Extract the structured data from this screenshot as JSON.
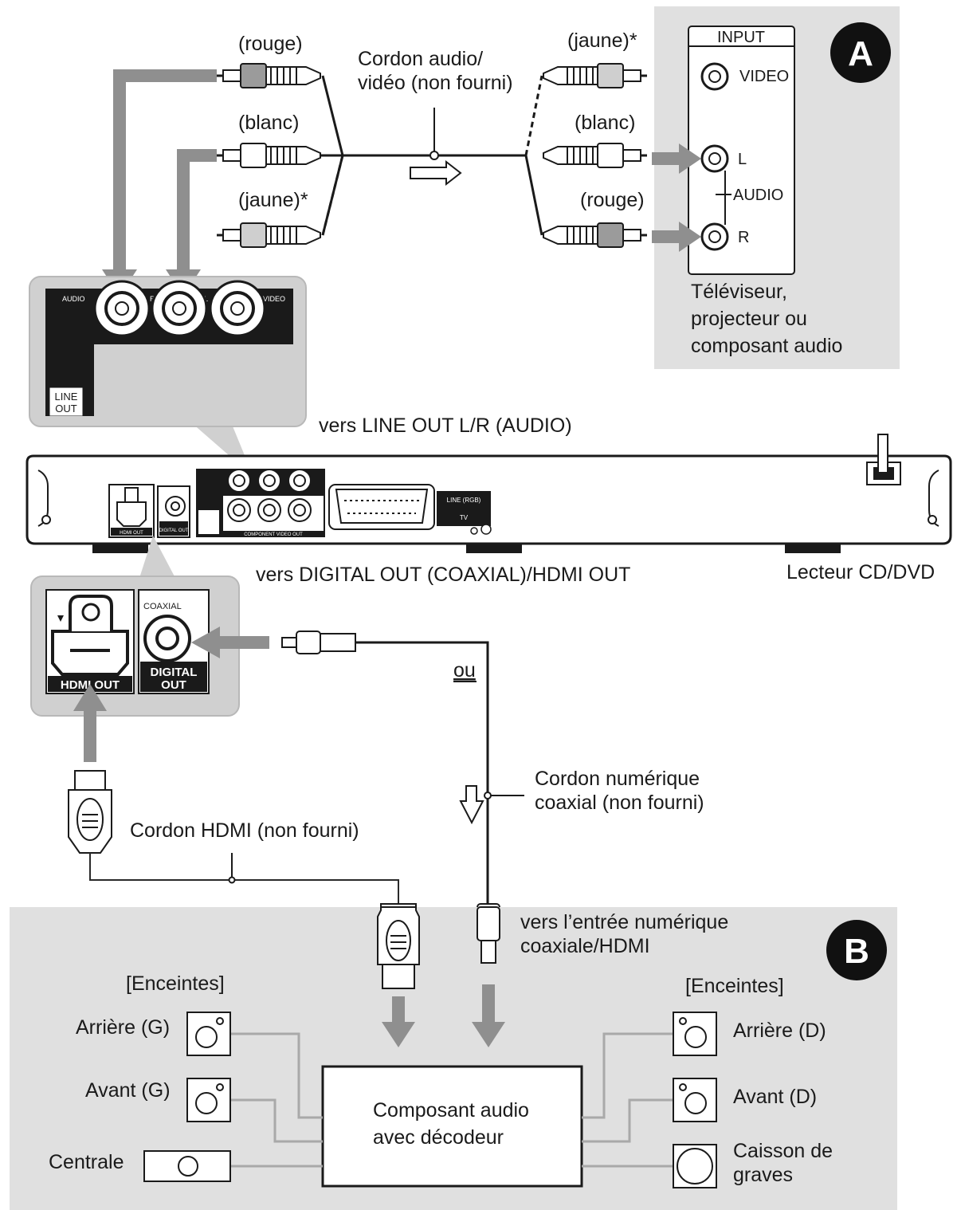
{
  "labels": {
    "rouge_left": "(rouge)",
    "blanc_left": "(blanc)",
    "jaune_left": "(jaune)*",
    "cordon_av": "Cordon audio/",
    "cordon_av_2": "vidéo (non fourni)",
    "jaune_right": "(jaune)*",
    "blanc_right": "(blanc)",
    "rouge_right": "(rouge)",
    "line_out_to": "vers LINE OUT L/R (AUDIO)",
    "digital_out_to": "vers DIGITAL OUT (COAXIAL)/HDMI OUT",
    "player": "Lecteur CD/DVD",
    "ou": "ou",
    "coax_cord": "Cordon numérique",
    "coax_cord_2": "coaxial (non fourni)",
    "hdmi_cord": "Cordon HDMI (non fourni)",
    "to_input": "vers l’entrée numérique",
    "to_input_2": "coaxiale/HDMI",
    "decoder": "Composant audio",
    "decoder_2": "avec décodeur"
  },
  "tv_panel": {
    "header": "INPUT",
    "video": "VIDEO",
    "l": "L",
    "audio": "AUDIO",
    "r": "R",
    "caption_1": "Téléviseur,",
    "caption_2": "projecteur ou",
    "caption_3": "composant audio"
  },
  "line_out_zoom": {
    "audio": "AUDIO",
    "r": "R",
    "l": "L",
    "video": "VIDEO",
    "line": "LINE",
    "out": "OUT"
  },
  "digital_zoom": {
    "hdmi_out": "HDMI OUT",
    "coaxial": "COAXIAL",
    "digital": "DIGITAL",
    "out": "OUT"
  },
  "player_panel": {
    "hdmi_out": "HDMI OUT",
    "digital_out": "DIGITAL OUT",
    "component": "COMPONENT VIDEO OUT",
    "line_rgb": "LINE (RGB)",
    "tv": "TV"
  },
  "badges": {
    "a": "A",
    "b": "B"
  },
  "speakers": {
    "header_left": "[Enceintes]",
    "header_right": "[Enceintes]",
    "rear_left": "Arrière (G)",
    "front_left": "Avant (G)",
    "center": "Centrale",
    "rear_right": "Arrière (D)",
    "front_right": "Avant (D)",
    "sub_1": "Caisson de",
    "sub_2": "graves"
  },
  "colors": {
    "panel_gray": "#e0e0e0",
    "arrow_gray": "#8f8f8f",
    "zoom_gray": "#d0d0d0",
    "ink": "#1a1a1a"
  }
}
